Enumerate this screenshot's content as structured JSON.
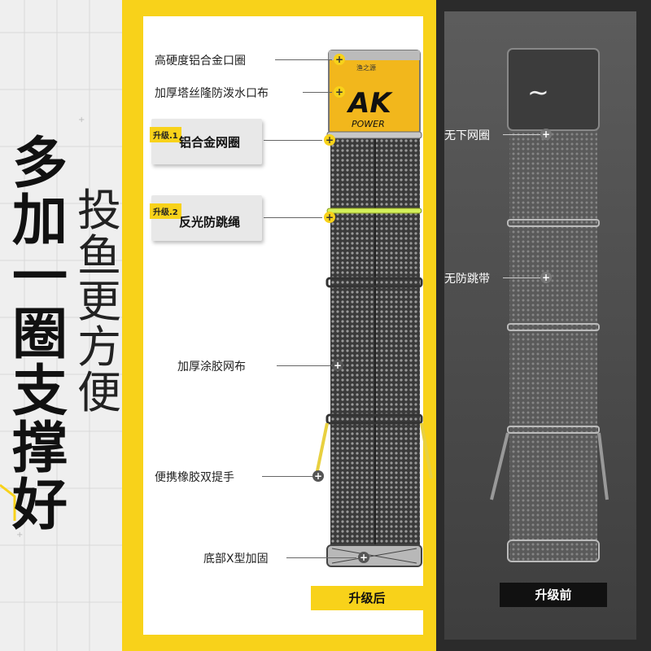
{
  "headline": [
    "多",
    "加",
    "一",
    "圈",
    "支",
    "撑",
    "好"
  ],
  "slogan": [
    "投",
    "鱼",
    "更",
    "方",
    "便"
  ],
  "after": {
    "brand_main": "AK",
    "brand_sub": "POWER",
    "brand_small": "渔之源",
    "callouts": {
      "collar": "高硬度铝合金口圈",
      "cloth": "加厚塔丝隆防泼水口布",
      "mesh": "加厚涂胶网布",
      "handle": "便携橡胶双提手",
      "bottom": "底部X型加固"
    },
    "upgrades": [
      {
        "badge": "升级.1",
        "label": "铝合金网圈"
      },
      {
        "badge": "升级.2",
        "label": "反光防跳绳"
      }
    ],
    "footer": "升级后"
  },
  "before": {
    "callouts": {
      "ring": "无下网圈",
      "strap": "无防跳带"
    },
    "footer": "升级前"
  },
  "colors": {
    "accent_yellow": "#f8d21a",
    "dark_panel": "#2b2b2b"
  }
}
